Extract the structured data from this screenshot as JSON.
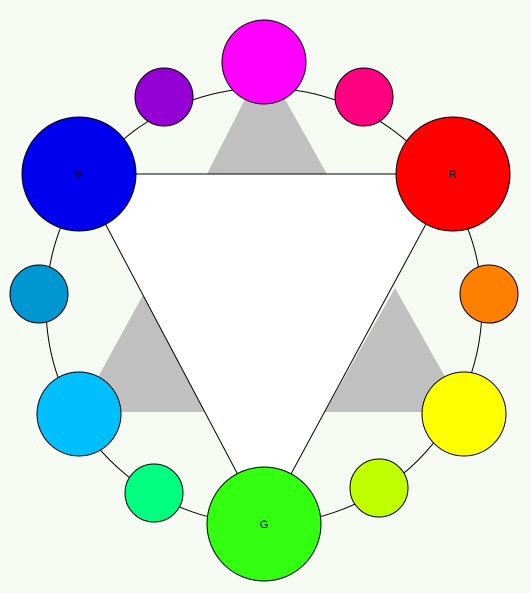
{
  "background": "#f5fbf2",
  "ring_color": "#000000",
  "triangle_fill": "#c0c0c0",
  "inner_triangle_fill": "#ffffff",
  "nodes": [
    {
      "id": "primary-red",
      "color": "#ff0000",
      "label": "R"
    },
    {
      "id": "tertiary-orange",
      "color": "#ff8000",
      "label": ""
    },
    {
      "id": "secondary-yellow",
      "color": "#ffff00",
      "label": ""
    },
    {
      "id": "tertiary-chartreuse",
      "color": "#bfff00",
      "label": ""
    },
    {
      "id": "primary-green",
      "color": "#33ff11",
      "label": "G"
    },
    {
      "id": "tertiary-spring",
      "color": "#00ff80",
      "label": ""
    },
    {
      "id": "secondary-cyan",
      "color": "#00bfff",
      "label": ""
    },
    {
      "id": "tertiary-azure",
      "color": "#0096d2",
      "label": ""
    },
    {
      "id": "primary-blue",
      "color": "#0000ee",
      "label": "B"
    },
    {
      "id": "tertiary-violet",
      "color": "#9400d3",
      "label": ""
    },
    {
      "id": "secondary-magenta",
      "color": "#ff00ff",
      "label": ""
    },
    {
      "id": "tertiary-rose",
      "color": "#ff0080",
      "label": ""
    }
  ]
}
